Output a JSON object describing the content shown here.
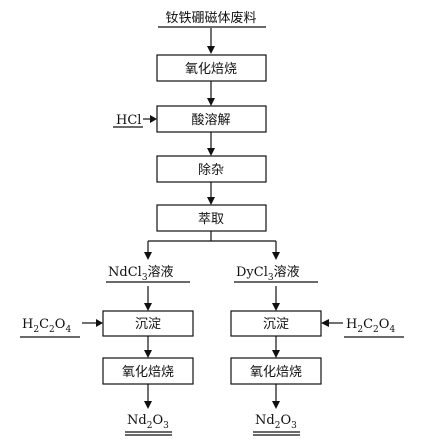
{
  "flow": {
    "start": "钕铁硼磁体废料",
    "steps": [
      "氧化焙烧",
      "酸溶解",
      "除杂",
      "萃取"
    ],
    "hcl_input": "HCl",
    "left_branch": {
      "solution": [
        "NdCl",
        "3",
        "溶液"
      ],
      "precip": "沉淀",
      "roast": "氧化焙烧",
      "product": [
        "Nd",
        "2",
        "O",
        "3"
      ]
    },
    "right_branch": {
      "solution": [
        "DyCl",
        "3",
        "溶液"
      ],
      "precip": "沉淀",
      "roast": "氧化焙烧",
      "product": [
        "Nd",
        "2",
        "O",
        "3"
      ]
    },
    "reagent": [
      "H",
      "2",
      "C",
      "2",
      "O",
      "4"
    ]
  }
}
